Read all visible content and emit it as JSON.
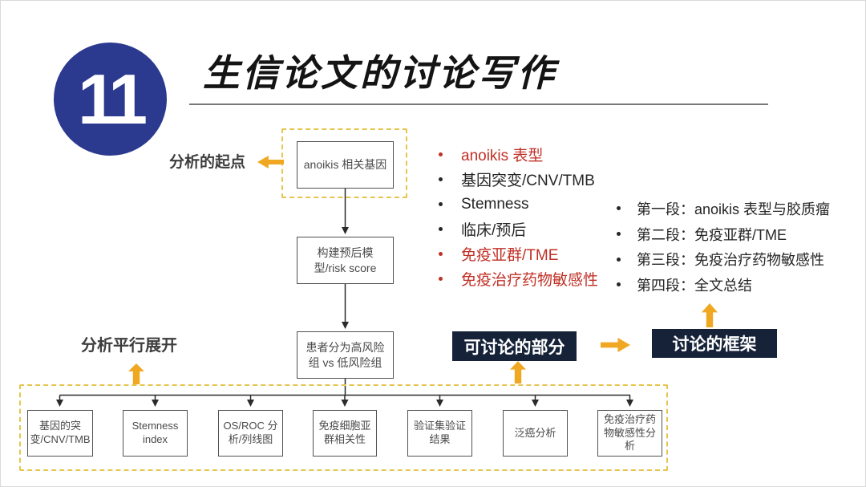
{
  "slide": {
    "number": "11",
    "title": "生信论文的讨论写作"
  },
  "labels": {
    "start_point": "分析的起点",
    "parallel_expand": "分析平行展开",
    "discussable": "可讨论的部分",
    "framework": "讨论的框架"
  },
  "flow": {
    "node1": "anoikis 相关基因",
    "node2": "构建预后模型/risk score",
    "node3": "患者分为高风险组 vs 低风险组",
    "bottom": [
      "基因的突变/CNV/TMB",
      "Stemness index",
      "OS/ROC 分析/列线图",
      "免疫细胞亚群相关性",
      "验证集验证结果",
      "泛癌分析",
      "免疫治疗药物敏感性分析"
    ]
  },
  "discussion_points": [
    {
      "label": "anoikis 表型",
      "emphasis": true
    },
    {
      "label": "基因突变/CNV/TMB",
      "emphasis": false
    },
    {
      "label": "Stemness",
      "emphasis": false
    },
    {
      "label": "临床/预后",
      "emphasis": false
    },
    {
      "label": "免疫亚群/TME",
      "emphasis": true
    },
    {
      "label": "免疫治疗药物敏感性",
      "emphasis": true
    }
  ],
  "framework_points": [
    "第一段：anoikis 表型与胶质瘤",
    "第二段：免疫亚群/TME",
    "第三段：免疫治疗药物敏感性",
    "第四段：全文总结"
  ],
  "icons": {
    "bullet": "•",
    "arrow_left": "←",
    "arrow_right": "→",
    "arrow_up": "↑"
  },
  "colors": {
    "badge_navy": "#2b3a8f",
    "dark_navy_box": "#152238",
    "accent_gold": "#f0a822",
    "dashed_yellow": "#e5c54e",
    "emphasis_red": "#c03026"
  }
}
